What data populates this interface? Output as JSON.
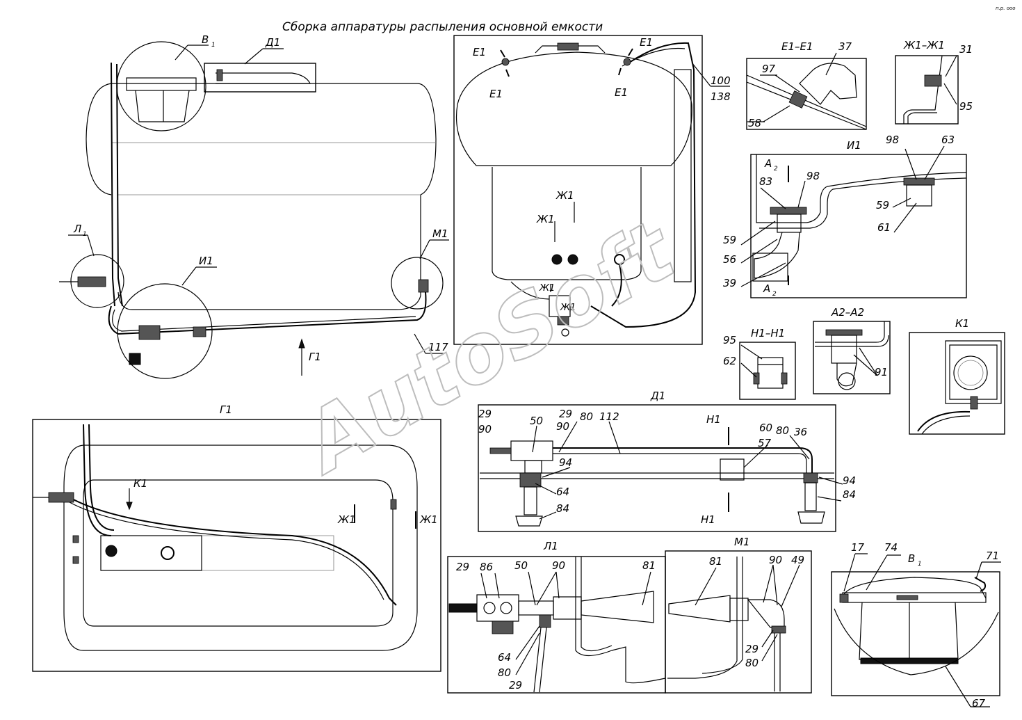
{
  "title": "Сборка аппаратуры распыления основной емкости",
  "watermark": "AutoSoft",
  "corner_mark": "п.р. ооо",
  "views": {
    "v1": "В",
    "v1_sub": "1",
    "d1": "Д1",
    "l1": "Л",
    "l1_sub": "1",
    "i1": "И1",
    "m1": "М1",
    "g1": "Г1",
    "g1_arrow": "Г1",
    "e1e1": "Е1–Е1",
    "zh1zh1": "Ж1–Ж1",
    "n1n1": "Н1–Н1",
    "a2a2": "А2–А2",
    "k1": "К1",
    "d1_detail": "Д1",
    "l1_detail": "Л1",
    "m1_detail": "М1",
    "v1_detail": "В",
    "v1_detail_sub": "1"
  },
  "section_marks": {
    "e1": "Е1",
    "zh1": "Ж1",
    "n1": "Н1",
    "a2": "А",
    "a2_sub": "2",
    "k1": "К1"
  },
  "callouts": {
    "c100": "100",
    "c138": "138",
    "c117": "117",
    "c37": "37",
    "c97": "97",
    "c58": "58",
    "c31": "31",
    "c95": "95",
    "c98": "98",
    "c63": "63",
    "c83": "83",
    "c59": "59",
    "c61": "61",
    "c56": "56",
    "c39": "39",
    "c62": "62",
    "c91": "91",
    "c29": "29",
    "c90": "90",
    "c50": "50",
    "c80": "80",
    "c112": "112",
    "c60": "60",
    "c57": "57",
    "c36": "36",
    "c94": "94",
    "c64": "64",
    "c84": "84",
    "c86": "86",
    "c81": "81",
    "c49": "49",
    "c17": "17",
    "c74": "74",
    "c71": "71",
    "c67": "67"
  },
  "colors": {
    "line": "#000000",
    "watermark": "#bdbdbd",
    "paper": "#ffffff"
  }
}
